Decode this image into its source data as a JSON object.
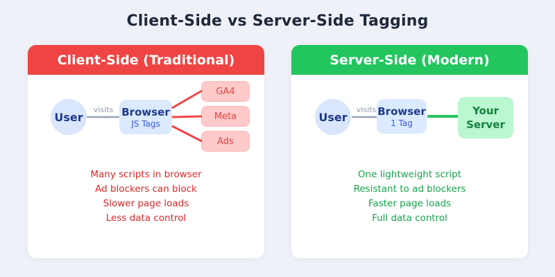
{
  "title": "Client-Side vs Server-Side Tagging",
  "colors": {
    "background": "#eef1f8",
    "client_accent": "#ef4444",
    "server_accent": "#22c55e",
    "gray_line": "#94a3b8",
    "node_blue_bg": "#dbeafe",
    "node_blue_text": "#1e3a8a",
    "vendor_pink_bg": "#fecaca",
    "vendor_red_text": "#e04545",
    "server_green_bg": "#bbf7d0",
    "server_green_text": "#15803d",
    "client_list_text": "#dc2626",
    "server_list_text": "#16a34a",
    "title_text": "#1e293b"
  },
  "panels": [
    {
      "header": "Client-Side (Traditional)",
      "user_label": "User",
      "visits_label": "visits",
      "browser_label": "Browser",
      "browser_sub": "JS Tags",
      "vendors": [
        "GA4",
        "Meta",
        "Ads"
      ],
      "points": [
        "Many scripts in browser",
        "Ad blockers can block",
        "Slower page loads",
        "Less data control"
      ]
    },
    {
      "header": "Server-Side (Modern)",
      "user_label": "User",
      "visits_label": "visits",
      "browser_label": "Browser",
      "browser_sub": "1 Tag",
      "server_label": "Your Server",
      "points": [
        "One lightweight script",
        "Resistant to ad blockers",
        "Faster page loads",
        "Full data control"
      ]
    }
  ]
}
